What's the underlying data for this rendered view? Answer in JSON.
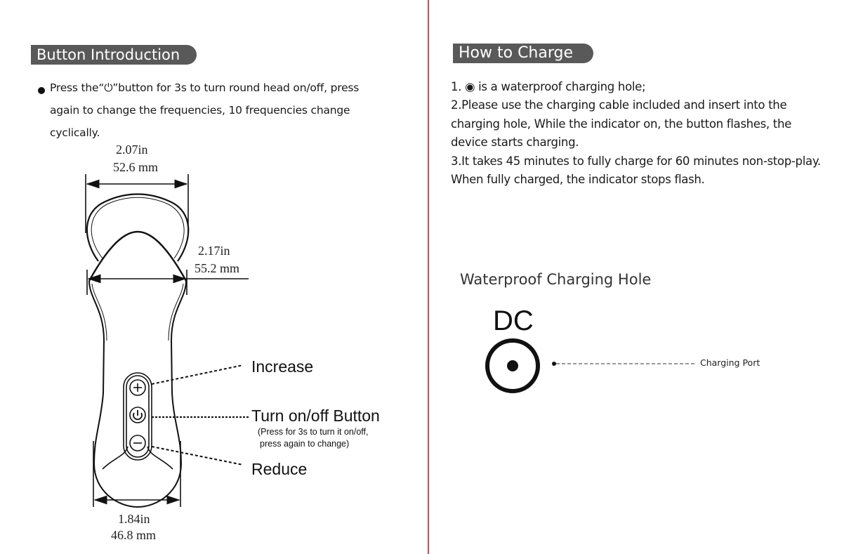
{
  "left": {
    "header": "Button Introduction",
    "bullet_lines": [
      "Press  the“⏻”button  for 3s to turn round head on/off, press",
      "again to change the frequencies, 10 frequencies change",
      "cyclically."
    ],
    "dimensions": {
      "top": {
        "in": "2.07in",
        "mm": "52.6 mm"
      },
      "middle": {
        "in": "2.17in",
        "mm": "55.2 mm"
      },
      "bottom": {
        "in": "1.84in",
        "mm": "46.8 mm"
      }
    },
    "labels": {
      "increase": "Increase",
      "power": "Turn on/off Button",
      "power_note_1": "(Press for 3s to turn it on/off,",
      "power_note_2": "press again to change)",
      "reduce": "Reduce"
    }
  },
  "right": {
    "header": "How to Charge",
    "lines": [
      "1. ◉ is a waterproof charging hole;",
      "2.Please use the charging cable included and insert into the",
      "charging hole, While the indicator on, the button flashes, the",
      "device starts charging.",
      "3.It takes 45 minutes to fully charge for 60 minutes non-stop-play.",
      "When fully charged, the indicator stops flash."
    ],
    "port_title": "Waterproof Charging Hole",
    "dc_label": "DC",
    "port_label": "Charging Port"
  },
  "colors": {
    "header_bg": "#595959",
    "divider": "#e8494a"
  }
}
